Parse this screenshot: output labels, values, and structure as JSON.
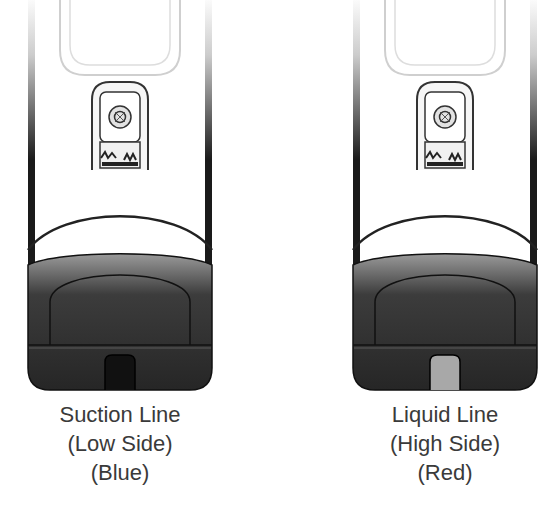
{
  "diagram": {
    "labels": [
      "Suction Line",
      "(Low Side)",
      "(Blue)",
      "Liquid Line",
      "(High Side)",
      "(Red)"
    ]
  }
}
